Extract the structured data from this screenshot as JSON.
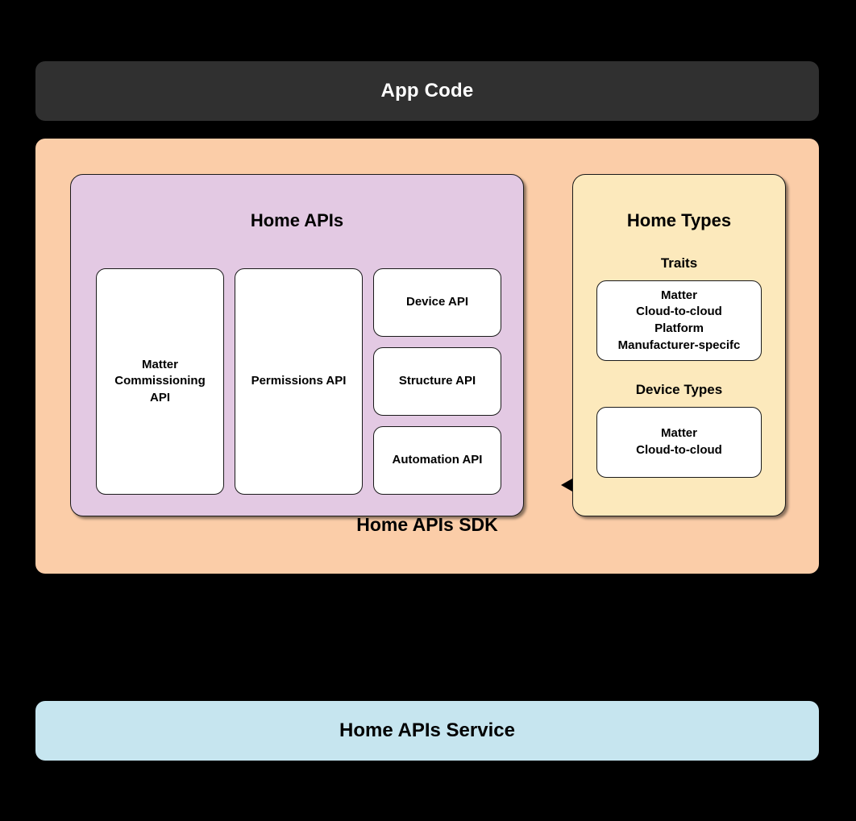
{
  "diagram": {
    "title": "Home APIs architecture",
    "colors": {
      "background": "#000000",
      "app_code_bar": "#303030",
      "sdk_container": "#FBCDA8",
      "home_apis_panel": "#E3C9E3",
      "home_types_panel": "#FCE9BC",
      "service_bar": "#C6E5EF",
      "box_fill": "#FFFFFF",
      "stroke": "#1A1A1A",
      "app_code_text": "#FFFFFF",
      "body_text": "#000000"
    }
  },
  "app_code": {
    "label": "App Code"
  },
  "sdk": {
    "label": "Home APIs SDK"
  },
  "home_apis": {
    "title": "Home APIs",
    "columns": [
      {
        "label": "Matter\nCommissioning\nAPI"
      },
      {
        "label": "Permissions API"
      }
    ],
    "stacked": [
      {
        "label": "Device API"
      },
      {
        "label": "Structure API"
      },
      {
        "label": "Automation API"
      }
    ]
  },
  "connector": {
    "name": "bidirectional-arrow",
    "direction": "both"
  },
  "home_types": {
    "title": "Home Types",
    "sections": [
      {
        "heading": "Traits",
        "items": [
          "Matter",
          "Cloud-to-cloud",
          "Platform",
          "Manufacturer-specifc"
        ]
      },
      {
        "heading": "Device Types",
        "items": [
          "Matter",
          "Cloud-to-cloud"
        ]
      }
    ]
  },
  "service": {
    "label": "Home APIs Service"
  }
}
